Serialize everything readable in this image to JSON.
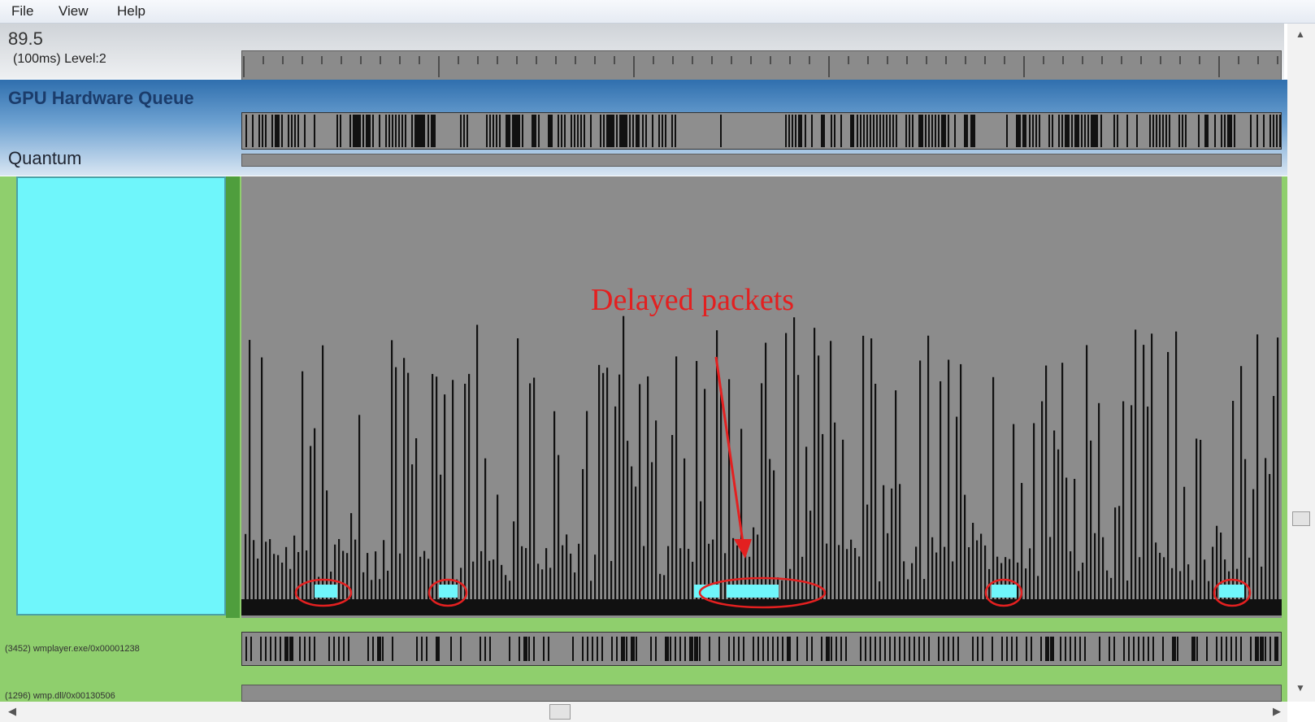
{
  "menu": {
    "file": "File",
    "view": "View",
    "help": "Help"
  },
  "zoom": {
    "value": "89.5",
    "sub": "(100ms) Level:2"
  },
  "hwq": {
    "title": "GPU Hardware Queue",
    "quantum_label": "Quantum"
  },
  "annotation": {
    "text": "Delayed packets",
    "color": "#e32020"
  },
  "processes": [
    {
      "label": "(3452) wmplayer.exe/0x00001238"
    },
    {
      "label": "(1296) wmp.dll/0x00130506"
    }
  ],
  "colors": {
    "cyan": "#6ff6fb",
    "green": "#8fcf6d",
    "track_gray": "#8c8c8c",
    "header_blue": "#2f6fae"
  },
  "icons": {
    "scroll_up": "▲",
    "scroll_down": "▼",
    "scroll_left": "◀",
    "scroll_right": "▶"
  }
}
